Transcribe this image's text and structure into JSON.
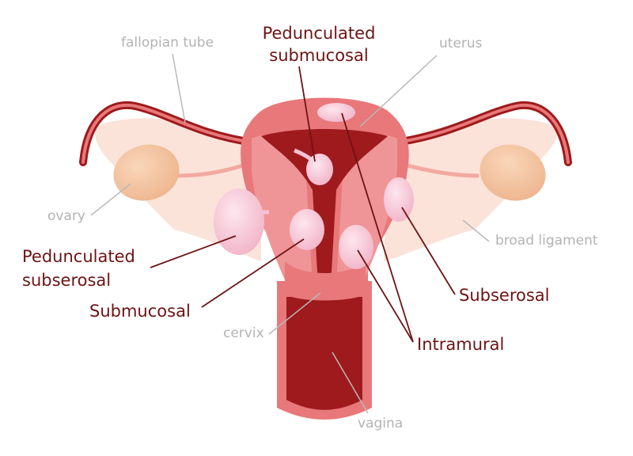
{
  "diagram": {
    "anatomy_labels": {
      "fallopian_tube": "fallopian tube",
      "uterus": "uterus",
      "ovary": "ovary",
      "broad_ligament": "broad ligament",
      "cervix": "cervix",
      "vagina": "vagina"
    },
    "fibroid_labels": {
      "pedunculated_submucosal": [
        "Pedunculated",
        "submucosal"
      ],
      "pedunculated_subserosal": [
        "Pedunculated",
        "subserosal"
      ],
      "submucosal": "Submucosal",
      "subserosal": "Subserosal",
      "intramural": "Intramural"
    },
    "colors": {
      "fibroid_label": "#6e1313",
      "anatomy_label": "#b3b3b3",
      "uterus_wall": "#e8787a",
      "uterine_cavity": "#9e1a1c",
      "fibroid": "#f6c3d3",
      "ligament": "#fbe3da",
      "ovary": "#f5c49f"
    }
  }
}
